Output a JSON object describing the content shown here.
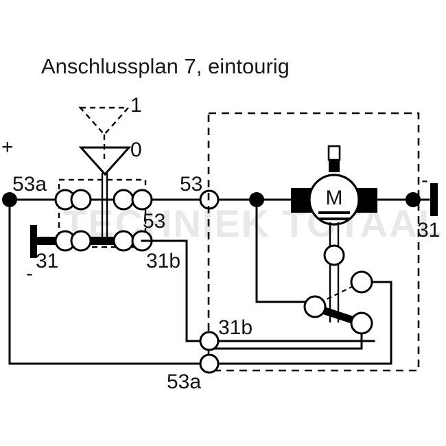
{
  "title": "Anschlussplan 7, eintourig",
  "watermark": "TECHNIEK TOTAAL",
  "labels": {
    "plus": "+",
    "minus_left": "-",
    "minus_right": "-",
    "switch_pos_1": "1",
    "switch_pos_0": "0",
    "term_53a_left": "53a",
    "term_53_top": "53",
    "term_53_inner": "53",
    "term_31_left": "31",
    "term_31b_switch": "31b",
    "term_31_right": "31",
    "term_31b_bottom": "31b",
    "term_53a_bottom": "53a",
    "motor": "M"
  },
  "colors": {
    "line": "#000000",
    "background": "#ffffff",
    "watermark": "#e8e8e8",
    "text": "#111111"
  },
  "diagram_info": {
    "type": "wiper-motor-wiring-schematic",
    "terminals": [
      "53a",
      "53",
      "31",
      "31b"
    ],
    "switch_positions": [
      "0",
      "1"
    ],
    "components": [
      "rotary-switch",
      "wiper-motor",
      "cam-limit-switch"
    ]
  }
}
